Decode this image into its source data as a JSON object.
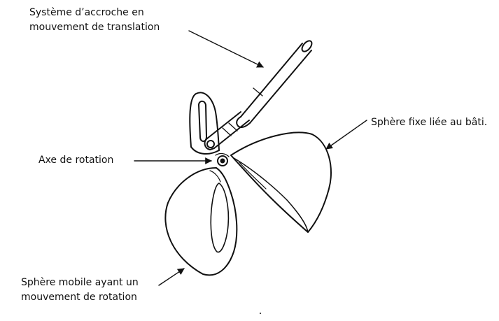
{
  "labels": {
    "hook_line1": "Système d’accroche en",
    "hook_line2": "mouvement de translation",
    "fixed_sphere": "Sphère fixe liée au bâti.",
    "axis": "Axe de rotation",
    "mobile_line1": "Sphère mobile ayant un",
    "mobile_line2": "mouvement de rotation"
  },
  "colors": {
    "ink": "#111111",
    "background": "#ffffff"
  }
}
